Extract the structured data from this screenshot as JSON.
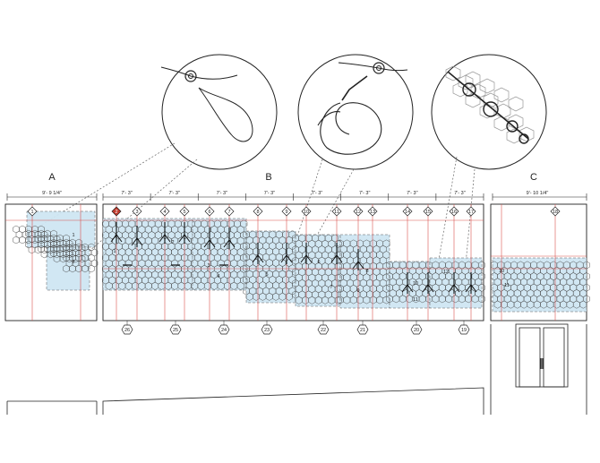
{
  "section_labels": {
    "a": "A",
    "b": "B",
    "c": "C"
  },
  "dimensions": {
    "a": "9'- 9 1/4\"",
    "b": [
      "7'- 3\"",
      "7'- 3\"",
      "7'- 3\"",
      "7'- 3\"",
      "7'- 3\"",
      "7'- 3\"",
      "7'- 3\"",
      "7'- 3\""
    ],
    "c": "9'- 10 1/4\""
  },
  "grid_markers_top": {
    "a": [
      "1"
    ],
    "b": [
      "2",
      "3",
      "4",
      "5",
      "6",
      "7",
      "8",
      "9",
      "10",
      "11",
      "12",
      "13",
      "14",
      "15",
      "16",
      "17"
    ],
    "c": [
      "18"
    ]
  },
  "grid_markers_bottom": [
    "26",
    "25",
    "24",
    "23",
    "22",
    "21",
    "20",
    "19"
  ],
  "zone_numbers": {
    "a": [
      "1",
      "2"
    ],
    "b": [
      "1",
      "2",
      "3",
      "4",
      "5",
      "6",
      "7",
      "8",
      "9",
      "10",
      "11",
      "12"
    ],
    "c": [
      "10",
      "11"
    ]
  },
  "detail_callouts": [
    {
      "name": "cable-loop-detail"
    },
    {
      "name": "cable-coil-detail"
    },
    {
      "name": "ring-chain-detail"
    }
  ],
  "colors": {
    "line": "#222222",
    "grid_red": "#d9534f",
    "fill_blue": "#cfe6f3",
    "highlight_marker": "#c0392b"
  }
}
